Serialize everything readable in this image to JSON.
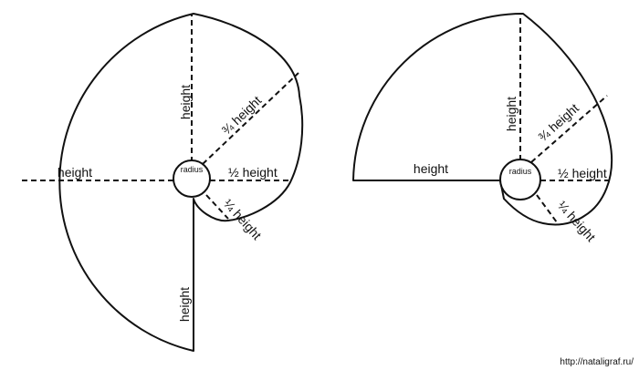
{
  "left_pattern": {
    "hub_label": "radius",
    "labels": {
      "top": "height",
      "diagonal": "¾ height",
      "half": "½ height",
      "left": "height",
      "quarter": "¼ height",
      "bottom": "height"
    }
  },
  "right_pattern": {
    "hub_label": "radius",
    "labels": {
      "top": "height",
      "diagonal": "¾ height",
      "half": "½ height",
      "left": "height",
      "quarter": "¼ height"
    }
  },
  "credit": "http://nataligraf.ru/"
}
